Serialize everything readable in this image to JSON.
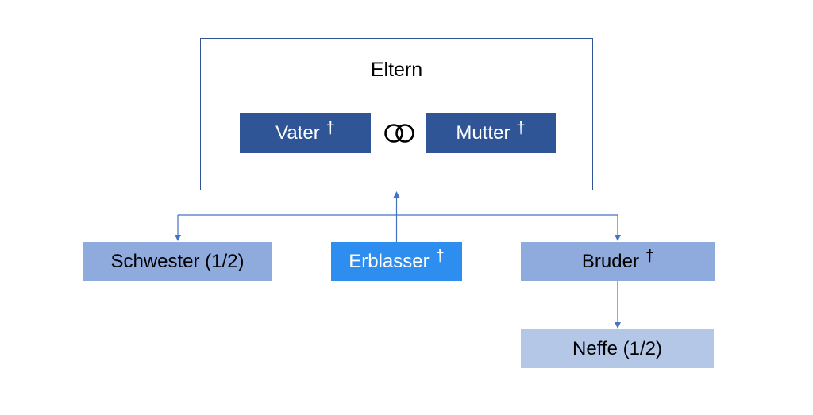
{
  "diagram": {
    "parents": {
      "title": "Eltern",
      "father": {
        "label": "Vater",
        "mark": "†"
      },
      "mother": {
        "label": "Mutter",
        "mark": "†"
      },
      "marriage_icon": "interlocking-rings-icon"
    },
    "children": {
      "sister": {
        "label": "Schwester (1/2)"
      },
      "deceased": {
        "label": "Erblasser",
        "mark": "†"
      },
      "brother": {
        "label": "Bruder",
        "mark": "†"
      }
    },
    "grandchildren": {
      "nephew": {
        "label": "Neffe (1/2)"
      }
    },
    "colors": {
      "parent_fill": "#2f5597",
      "frame_border": "#2f5597",
      "deceased_fill": "#2e8ef0",
      "sibling_fill": "#8faadc",
      "nephew_fill": "#b4c7e7",
      "connector": "#4472c4"
    }
  }
}
